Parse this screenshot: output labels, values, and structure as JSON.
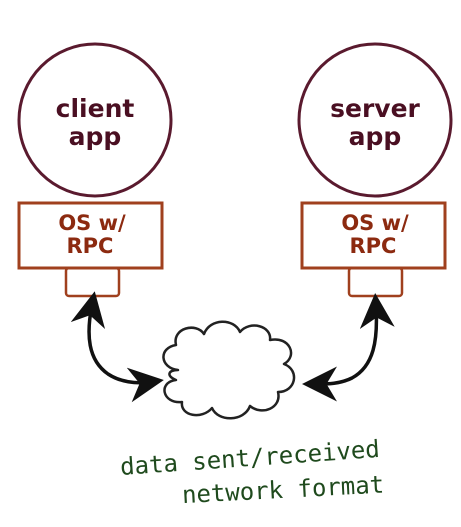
{
  "nodes": {
    "client": {
      "line1": "client",
      "line2": "app"
    },
    "server": {
      "line1": "server",
      "line2": "app"
    }
  },
  "os_boxes": {
    "client": {
      "line1": "OS w/",
      "line2": "RPC"
    },
    "server": {
      "line1": "OS w/",
      "line2": "RPC"
    }
  },
  "caption": {
    "line1": "data sent/received",
    "line2": "network format"
  },
  "colors": {
    "circle_stroke": "#5a1a2e",
    "box_stroke": "#a0401e",
    "arrow": "#111111",
    "cloud": "#222222",
    "caption_ink": "#1f4a1d"
  }
}
